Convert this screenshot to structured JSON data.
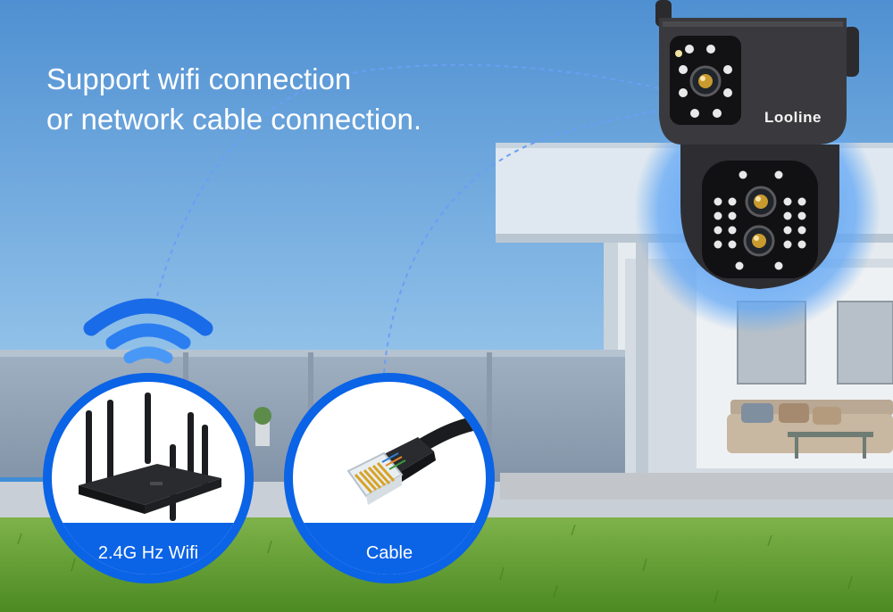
{
  "headline": {
    "line1": "Support wifi connection",
    "line2": "or network cable connection."
  },
  "badges": {
    "wifi": {
      "label": "2.4G Hz Wifi",
      "icon": "router-icon"
    },
    "cable": {
      "label": "Cable",
      "icon": "ethernet-plug-icon"
    }
  },
  "camera": {
    "brand": "Looline"
  },
  "colors": {
    "accent": "#0b63e6",
    "sky": "#5c9ed8",
    "grass": "#5f9a2e"
  }
}
